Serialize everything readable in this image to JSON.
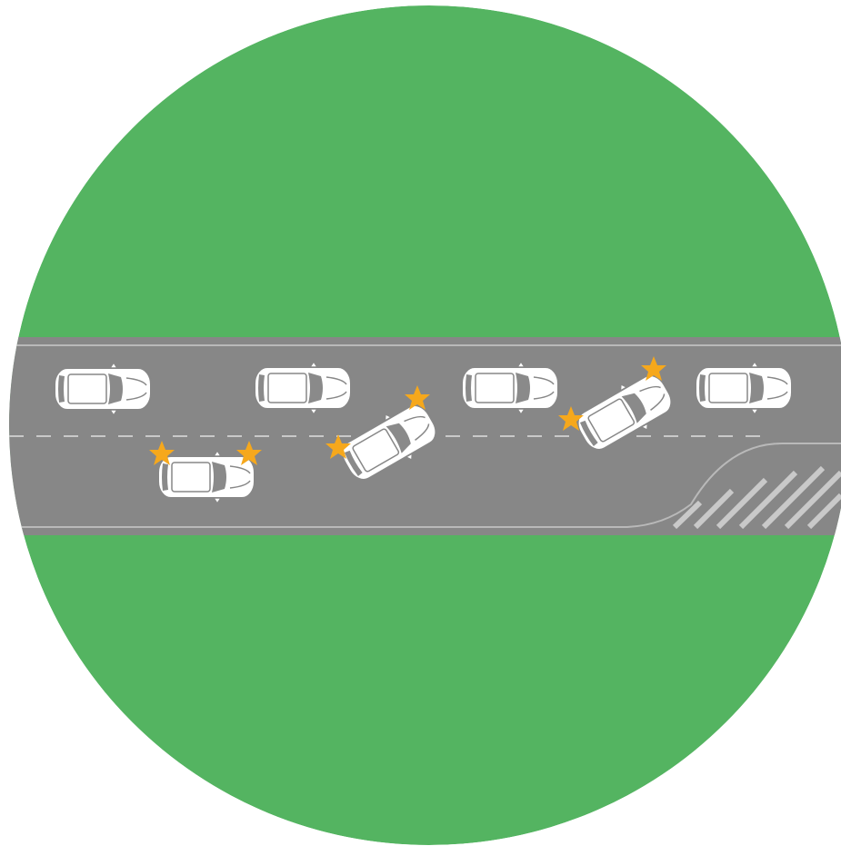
{
  "scene": {
    "description_free": true,
    "colors": {
      "background": "#ffffff",
      "grass": "#54b461",
      "road": "#878787",
      "road_edge": "#b9b9b9",
      "lane_dash": "#c9c9c9",
      "car_body": "#ffffff",
      "car_outline": "#878787",
      "car_glass": "#8a8a8a",
      "hazard": "#f6a81c",
      "hatch": "#c9c9c9"
    },
    "icons": {
      "car": "car-top-view-icon",
      "hazard": "hazard-flash-icon"
    },
    "vehicles": [
      {
        "id": "car-1",
        "lane": "upper",
        "state": "normal"
      },
      {
        "id": "car-2",
        "lane": "upper",
        "state": "normal"
      },
      {
        "id": "car-3",
        "lane": "upper",
        "state": "normal"
      },
      {
        "id": "car-4",
        "lane": "upper",
        "state": "normal"
      },
      {
        "id": "car-5",
        "lane": "lower",
        "state": "hazard"
      },
      {
        "id": "car-6",
        "lane": "changing",
        "state": "hazard"
      },
      {
        "id": "car-7",
        "lane": "changing",
        "state": "hazard"
      }
    ]
  }
}
